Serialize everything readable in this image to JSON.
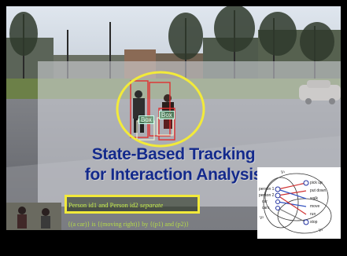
{
  "slide": {
    "title_line1": "State-Based Tracking",
    "title_line2": "for Interaction Analysis"
  },
  "annotations": {
    "caption_main_prefix": "Person id1 and Person id2",
    "caption_main_italic": "separate",
    "caption_sub": "{(a car)} is {(moving right)} by {(p1) and (p2)}",
    "box_label_1": "Box",
    "box_label_2": "Box"
  },
  "graph": {
    "nodes_left": [
      "person 1",
      "person 2",
      "car",
      "cars"
    ],
    "nodes_right": [
      "pick up",
      "put down",
      "walk",
      "move",
      "run",
      "stop"
    ],
    "state_labels": [
      "V¹",
      "V²",
      "V³"
    ]
  },
  "colors": {
    "title": "#142a8c",
    "highlight": "#f2ea3a",
    "caption_text": "#c8f04a",
    "red_track": "#e03030"
  }
}
